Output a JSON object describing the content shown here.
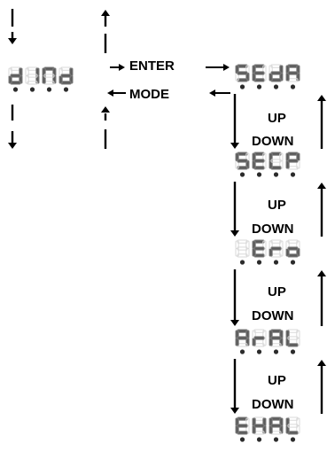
{
  "colors": {
    "segment_on": "#5b5b5b",
    "segment_outline": "#7c7c7c",
    "digit_ghost": "#d9d9d9",
    "dot": "#2b2b2b",
    "line": "#000000"
  },
  "main_display": {
    "text": "dIND"
  },
  "transitions": {
    "enter_label": "ENTER",
    "mode_label": "MODE"
  },
  "menu_displays": [
    {
      "text": "SEDA"
    },
    {
      "text": "SECP"
    },
    {
      "text": "Ero",
      "note": "three lit digits, first digit blank"
    },
    {
      "text": "ArAL"
    },
    {
      "text": "EHAL"
    }
  ],
  "step_labels": [
    {
      "up": "UP",
      "down": "DOWN"
    },
    {
      "up": "UP",
      "down": "DOWN"
    },
    {
      "up": "UP",
      "down": "DOWN"
    },
    {
      "up": "UP",
      "down": "DOWN"
    }
  ]
}
